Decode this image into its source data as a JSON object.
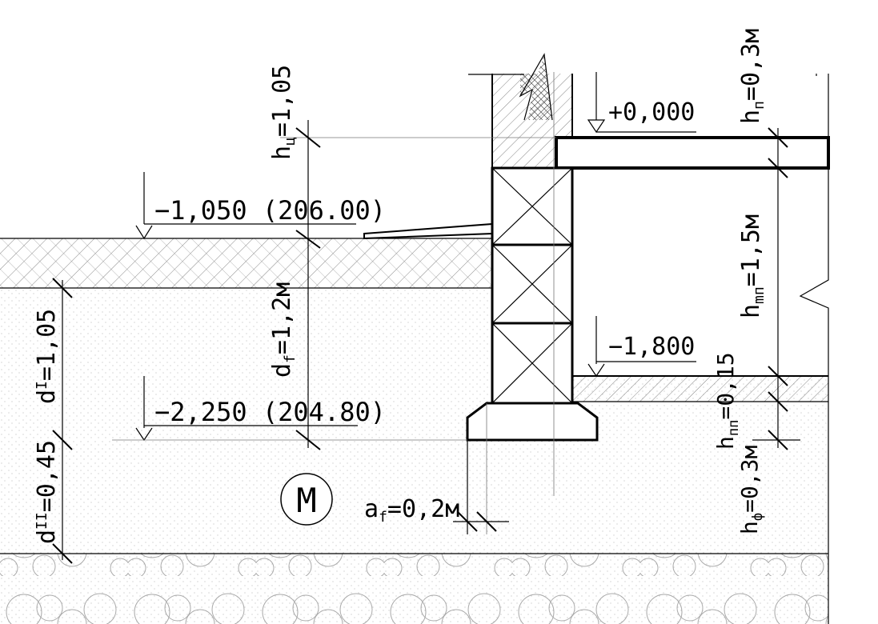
{
  "labels": {
    "level_zero": "+0,000",
    "level_ground": "−1,050 (206.00)",
    "level_basement": "−1,800",
    "level_foundation": "−2,250 (204.80)",
    "hc_prefix": "h",
    "hc_sub": "ц",
    "hc_value": "=1,05",
    "hp_prefix": "h",
    "hp_sub": "п",
    "hp_value": "=0,3м",
    "hmp_prefix": "h",
    "hmp_sub": "mп",
    "hmp_value": "=1,5м",
    "hpp_prefix": "h",
    "hpp_sub": "пп",
    "hpp_value": "=0,15",
    "hf_prefix": "h",
    "hf_sub": "ф",
    "hf_value": "=0,3м",
    "df_prefix": "d",
    "df_sub": "f",
    "df_value": "=1,2м",
    "d1_prefix": "d",
    "d1_sup": "I",
    "d1_value": "=1,05",
    "d2_prefix": "d",
    "d2_sup": "II",
    "d2_value": "=0,45",
    "af_prefix": "a",
    "af_sub": "f",
    "af_value": "=0,2м",
    "soil_marker": "М"
  }
}
